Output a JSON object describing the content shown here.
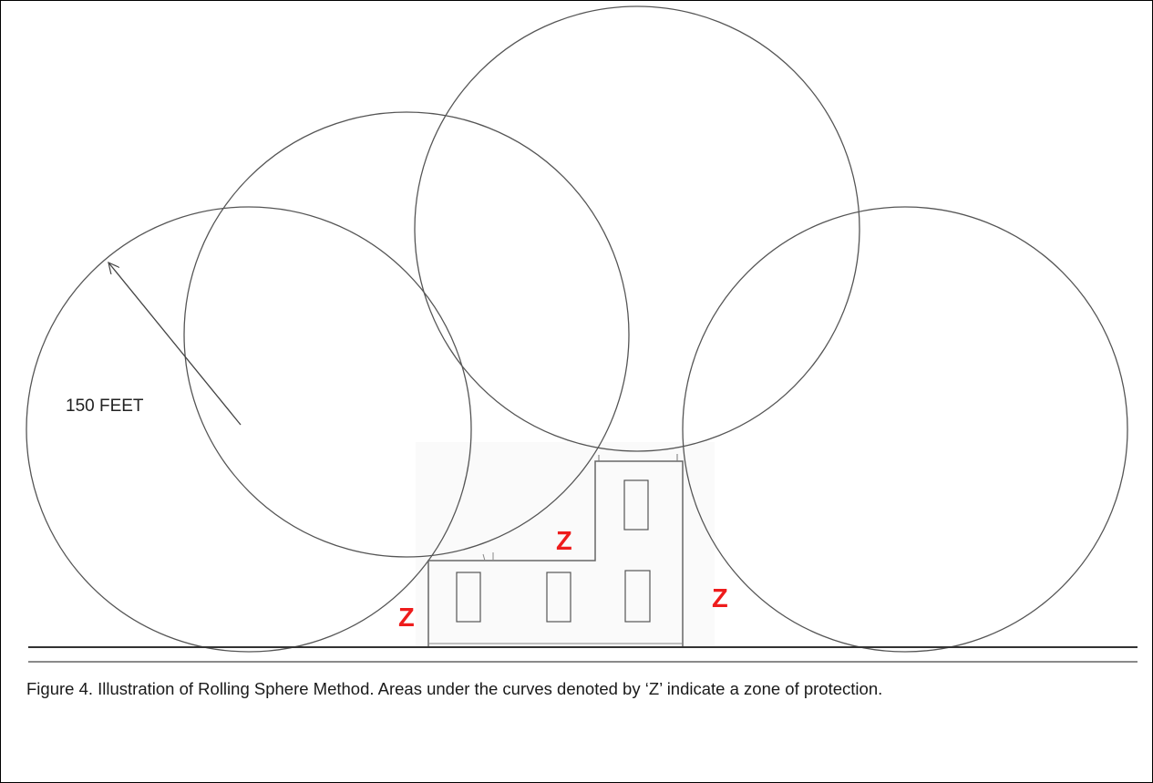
{
  "figure": {
    "radius_label": "150 FEET",
    "zone_marks": [
      "Z",
      "Z",
      "Z"
    ],
    "caption": "Figure 4. Illustration of Rolling Sphere Method.  Areas under the curves denoted by ‘Z’ indicate a zone of protection."
  },
  "colors": {
    "line": "#555555",
    "zone_label": "#ee1c1c",
    "text": "#1a1a1a"
  }
}
